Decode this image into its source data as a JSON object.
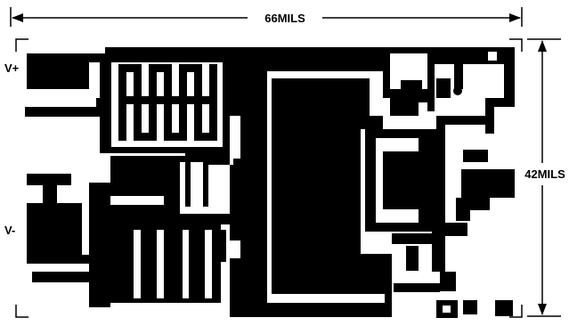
{
  "dimensions": {
    "width_label": "66MILS",
    "height_label": "42MILS"
  },
  "pins": {
    "v_plus": "V+",
    "v_minus": "V-"
  },
  "colors": {
    "ink": "#000000",
    "paper": "#ffffff"
  }
}
